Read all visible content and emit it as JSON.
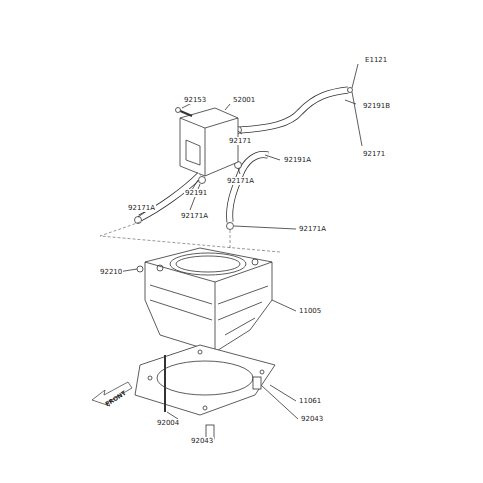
{
  "diagram": {
    "labels": [
      "E1121",
      "92191B",
      "92153",
      "52001",
      "92171",
      "92171",
      "92171A",
      "92191A",
      "92171A",
      "92191",
      "92171A",
      "92171A",
      "92210",
      "11005",
      "11061",
      "FRONT",
      "92004",
      "92043",
      "92043"
    ]
  }
}
